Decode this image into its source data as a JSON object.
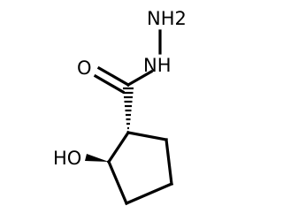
{
  "molecule": {
    "atoms": {
      "hydrazide_terminal": "NH2",
      "hydrazide_nh": "NH",
      "carbonyl_oxygen": "O",
      "hydroxyl": "HO"
    },
    "colors": {
      "bond": "#000000",
      "label": "#000000",
      "background": "#ffffff"
    }
  }
}
